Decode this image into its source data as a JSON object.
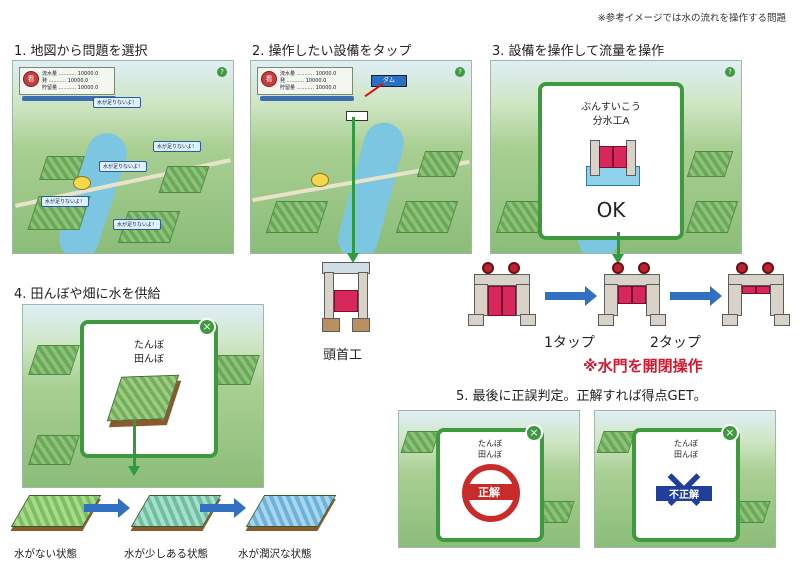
{
  "note": "※参考イメージでは水の流れを操作する問題",
  "steps": {
    "s1": "1. 地図から問題を選択",
    "s2": "2. 操作したい設備をタップ",
    "s3": "3. 設備を操作して流量を操作",
    "s4": "4. 田んぼや畑に水を供給",
    "s5": "5. 最後に正誤判定。正解すれば得点GET。"
  },
  "hud": {
    "level_icon": "看",
    "rows": [
      "流水量 ........... 10000.0",
      "発 ........... 10000.0",
      "貯留量 ........... 10000.0"
    ],
    "help": "?"
  },
  "bubbles": [
    "水が足りないよ！",
    "水が足りないよ！",
    "水が足りないよ！",
    "水が足りないよ！",
    "水が足りないよ！"
  ],
  "dam_label": "ダム",
  "facility_modal": {
    "title_kana": "ぶんすいこう",
    "title": "分水工A",
    "ok": "OK"
  },
  "headworks_label": "頭首工",
  "gate_steps": {
    "tap1": "1タップ",
    "tap2": "2タップ",
    "note": "※水門を開閉操作"
  },
  "field_modal": {
    "title_kana": "たんぼ",
    "title": "田んぼ"
  },
  "field_states": [
    "水がない状態",
    "水が少しある状態",
    "水が潤沢な状態"
  ],
  "judgement": {
    "correct": "正解",
    "wrong": "不正解"
  },
  "colors": {
    "accent_green": "#3f9a3f",
    "arrow_blue": "#3170c0",
    "red_text": "#d3182f"
  }
}
